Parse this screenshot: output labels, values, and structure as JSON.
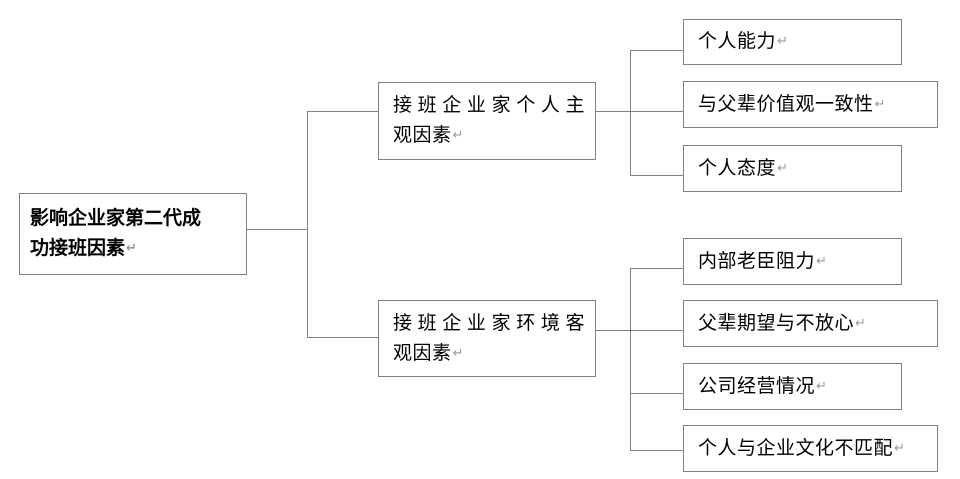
{
  "diagram": {
    "type": "tree",
    "title_node": "影响企业家第二代成功接班因素",
    "paragraph_mark": "↵",
    "colors": {
      "box_border": "#808080",
      "connector": "#808080",
      "text": "#000000",
      "background": "#ffffff",
      "paragraph_mark": "#9a9a9a"
    },
    "root": {
      "label_line1": "影响企业家第二代成",
      "label_line2": "功接班因素",
      "bold": true
    },
    "branches": [
      {
        "id": "subjective",
        "label_line1": "接班企业家个人主",
        "label_line2": "观因素",
        "leaves": [
          {
            "label": "个人能力",
            "wide": false
          },
          {
            "label": "与父辈价值观一致性",
            "wide": true
          },
          {
            "label": "个人态度",
            "wide": false
          }
        ]
      },
      {
        "id": "objective",
        "label_line1": "接班企业家环境客",
        "label_line2": "观因素",
        "leaves": [
          {
            "label": "内部老臣阻力",
            "wide": false
          },
          {
            "label": "父辈期望与不放心",
            "wide": true
          },
          {
            "label": "公司经营情况",
            "wide": false
          },
          {
            "label": "个人与企业文化不匹配",
            "wide": true
          }
        ]
      }
    ]
  }
}
